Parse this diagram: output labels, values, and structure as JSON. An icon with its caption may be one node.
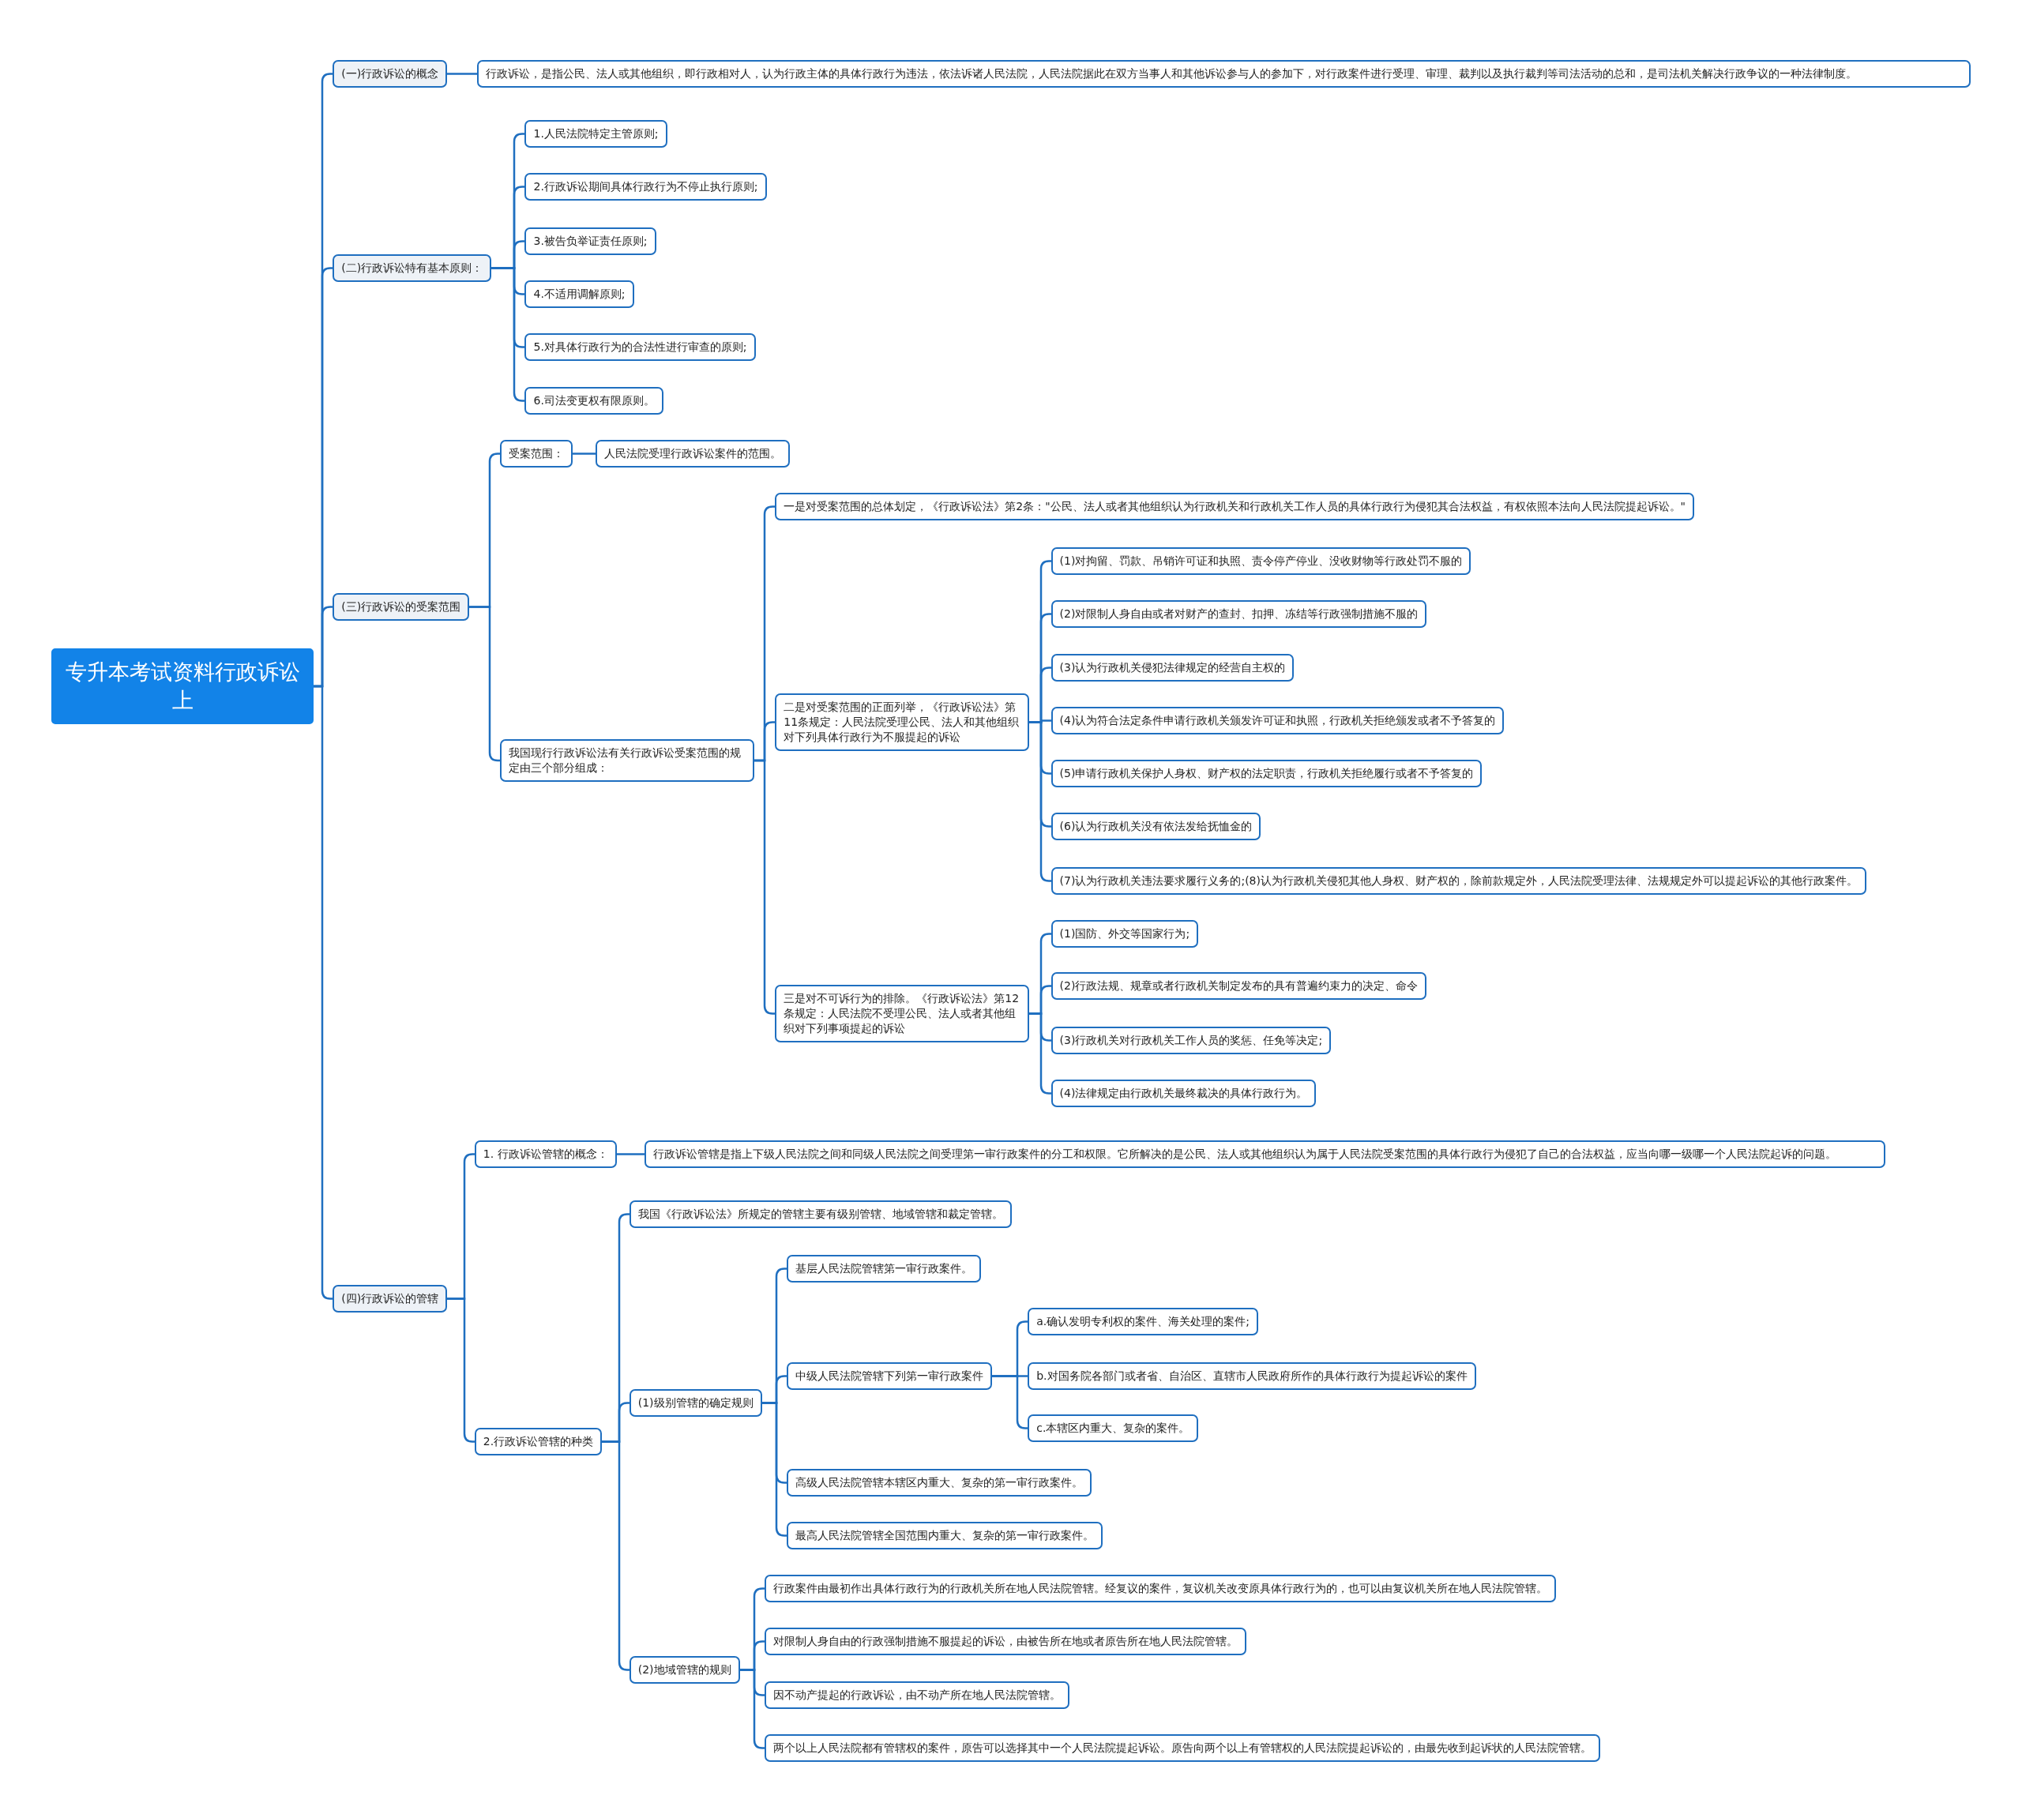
{
  "diagram": {
    "nodes": [
      {
        "text": [
          "专升本考试资料行政诉讼上"
        ]
      },
      {
        "text": [
          "(一)行政诉讼的概念"
        ]
      },
      {
        "text": [
          "行政诉讼，是指公民、法人或其他组织，即行政相对人，认为行政主体的具体行政行为违法，依法诉诸人民法院，人民法院据此在双方当事人和其他诉讼参与人的参加下，对行政案件进行受理、审理、裁判以及执行裁判等司法活动的总和，是司法机关解决行政争议的一种法律制度。"
        ]
      },
      {
        "text": [
          "(二)行政诉讼特有基本原则："
        ]
      },
      {
        "text": [
          "1.人民法院特定主管原则;"
        ]
      },
      {
        "text": [
          "2.行政诉讼期间具体行政行为不停止执行原则;"
        ]
      },
      {
        "text": [
          "3.被告负举证责任原则;"
        ]
      },
      {
        "text": [
          "4.不适用调解原则;"
        ]
      },
      {
        "text": [
          "5.对具体行政行为的合法性进行审查的原则;"
        ]
      },
      {
        "text": [
          "6.司法变更权有限原则。"
        ]
      },
      {
        "text": [
          "(三)行政诉讼的受案范围"
        ]
      },
      {
        "text": [
          "受案范围："
        ]
      },
      {
        "text": [
          "人民法院受理行政诉讼案件的范围。"
        ]
      },
      {
        "text": [
          "我国现行行政诉讼法有关行政诉讼受案范围的规定由三个部分组成："
        ]
      },
      {
        "text": [
          "一是对受案范围的总体划定，《行政诉讼法》第2条：\"公民、法人或者其他组织认为行政机关和行政机关工作人员的具体行政行为侵犯其合法权益，有权依照本法向人民法院提起诉讼。\""
        ]
      },
      {
        "text": [
          "二是对受案范围的正面列举，《行政诉讼法》第11条规定：人民法院受理公民、法人和其他组织对下列具体行政行为不服提起的诉讼"
        ]
      },
      {
        "text": [
          "(1)对拘留、罚款、吊销许可证和执照、责令停产停业、没收财物等行政处罚不服的"
        ]
      },
      {
        "text": [
          "(2)对限制人身自由或者对财产的查封、扣押、冻结等行政强制措施不服的"
        ]
      },
      {
        "text": [
          "(3)认为行政机关侵犯法律规定的经营自主权的"
        ]
      },
      {
        "text": [
          "(4)认为符合法定条件申请行政机关颁发许可证和执照，行政机关拒绝颁发或者不予答复的"
        ]
      },
      {
        "text": [
          "(5)申请行政机关保护人身权、财产权的法定职责，行政机关拒绝履行或者不予答复的"
        ]
      },
      {
        "text": [
          "(6)认为行政机关没有依法发给抚恤金的"
        ]
      },
      {
        "text": [
          "(7)认为行政机关违法要求履行义务的;(8)认为行政机关侵犯其他人身权、财产权的，除前款规定外，人民法院受理法律、法规规定外可以提起诉讼的其他行政案件。"
        ]
      },
      {
        "text": [
          "三是对不可诉行为的排除。《行政诉讼法》第12条规定：人民法院不受理公民、法人或者其他组织对下列事项提起的诉讼"
        ]
      },
      {
        "text": [
          "(1)国防、外交等国家行为;"
        ]
      },
      {
        "text": [
          "(2)行政法规、规章或者行政机关制定发布的具有普遍约束力的决定、命令"
        ]
      },
      {
        "text": [
          "(3)行政机关对行政机关工作人员的奖惩、任免等决定;"
        ]
      },
      {
        "text": [
          "(4)法律规定由行政机关最终裁决的具体行政行为。"
        ]
      },
      {
        "text": [
          "(四)行政诉讼的管辖"
        ]
      },
      {
        "text": [
          "1. 行政诉讼管辖的概念："
        ]
      },
      {
        "text": [
          "行政诉讼管辖是指上下级人民法院之间和同级人民法院之间受理第一审行政案件的分工和权限。它所解决的是公民、法人或其他组织认为属于人民法院受案范围的具体行政行为侵犯了自己的合法权益，应当向哪一级哪一个人民法院起诉的问题。"
        ]
      },
      {
        "text": [
          "2.行政诉讼管辖的种类"
        ]
      },
      {
        "text": [
          "我国《行政诉讼法》所规定的管辖主要有级别管辖、地域管辖和裁定管辖。"
        ]
      },
      {
        "text": [
          "(1)级别管辖的确定规则"
        ]
      },
      {
        "text": [
          "基层人民法院管辖第一审行政案件。"
        ]
      },
      {
        "text": [
          "中级人民法院管辖下列第一审行政案件"
        ]
      },
      {
        "text": [
          "a.确认发明专利权的案件、海关处理的案件;"
        ]
      },
      {
        "text": [
          "b.对国务院各部门或者省、自治区、直辖市人民政府所作的具体行政行为提起诉讼的案件"
        ]
      },
      {
        "text": [
          "c.本辖区内重大、复杂的案件。"
        ]
      },
      {
        "text": [
          "高级人民法院管辖本辖区内重大、复杂的第一审行政案件。"
        ]
      },
      {
        "text": [
          "最高人民法院管辖全国范围内重大、复杂的第一审行政案件。"
        ]
      },
      {
        "text": [
          "(2)地域管辖的规则"
        ]
      },
      {
        "text": [
          "行政案件由最初作出具体行政行为的行政机关所在地人民法院管辖。经复议的案件，复议机关改变原具体行政行为的，也可以由复议机关所在地人民法院管辖。"
        ]
      },
      {
        "text": [
          "对限制人身自由的行政强制措施不服提起的诉讼，由被告所在地或者原告所在地人民法院管辖。"
        ]
      },
      {
        "text": [
          "因不动产提起的行政诉讼，由不动产所在地人民法院管辖。"
        ]
      },
      {
        "text": [
          "两个以上人民法院都有管辖权的案件，原告可以选择其中一个人民法院提起诉讼。原告向两个以上有管辖权的人民法院提起诉讼的，由最先收到起诉状的人民法院管辖。"
        ]
      }
    ],
    "edges": [
      {
        "from": 0,
        "to": 1,
        "arrow": "none"
      },
      {
        "from": 1,
        "to": 2,
        "arrow": "none"
      },
      {
        "from": 0,
        "to": 3,
        "arrow": "none"
      },
      {
        "from": 3,
        "to": 4,
        "arrow": "none"
      },
      {
        "from": 3,
        "to": 5,
        "arrow": "none"
      },
      {
        "from": 3,
        "to": 6,
        "arrow": "none"
      },
      {
        "from": 3,
        "to": 7,
        "arrow": "none"
      },
      {
        "from": 3,
        "to": 8,
        "arrow": "none"
      },
      {
        "from": 3,
        "to": 9,
        "arrow": "none"
      },
      {
        "from": 0,
        "to": 10,
        "arrow": "none"
      },
      {
        "from": 10,
        "to": 11,
        "arrow": "none"
      },
      {
        "from": 11,
        "to": 12,
        "arrow": "none"
      },
      {
        "from": 10,
        "to": 13,
        "arrow": "none"
      },
      {
        "from": 13,
        "to": 14,
        "arrow": "none"
      },
      {
        "from": 13,
        "to": 15,
        "arrow": "none"
      },
      {
        "from": 15,
        "to": 16,
        "arrow": "none"
      },
      {
        "from": 15,
        "to": 17,
        "arrow": "none"
      },
      {
        "from": 15,
        "to": 18,
        "arrow": "none"
      },
      {
        "from": 15,
        "to": 19,
        "arrow": "none"
      },
      {
        "from": 15,
        "to": 20,
        "arrow": "none"
      },
      {
        "from": 15,
        "to": 21,
        "arrow": "none"
      },
      {
        "from": 15,
        "to": 22,
        "arrow": "none"
      },
      {
        "from": 13,
        "to": 23,
        "arrow": "none"
      },
      {
        "from": 23,
        "to": 24,
        "arrow": "none"
      },
      {
        "from": 23,
        "to": 25,
        "arrow": "none"
      },
      {
        "from": 23,
        "to": 26,
        "arrow": "none"
      },
      {
        "from": 23,
        "to": 27,
        "arrow": "none"
      },
      {
        "from": 0,
        "to": 28,
        "arrow": "none"
      },
      {
        "from": 28,
        "to": 29,
        "arrow": "none"
      },
      {
        "from": 29,
        "to": 30,
        "arrow": "none"
      },
      {
        "from": 28,
        "to": 31,
        "arrow": "none"
      },
      {
        "from": 31,
        "to": 32,
        "arrow": "none"
      },
      {
        "from": 31,
        "to": 33,
        "arrow": "none"
      },
      {
        "from": 33,
        "to": 34,
        "arrow": "none"
      },
      {
        "from": 33,
        "to": 35,
        "arrow": "none"
      },
      {
        "from": 35,
        "to": 36,
        "arrow": "none"
      },
      {
        "from": 35,
        "to": 37,
        "arrow": "none"
      },
      {
        "from": 35,
        "to": 38,
        "arrow": "none"
      },
      {
        "from": 33,
        "to": 39,
        "arrow": "none"
      },
      {
        "from": 33,
        "to": 40,
        "arrow": "none"
      },
      {
        "from": 31,
        "to": 41,
        "arrow": "none"
      },
      {
        "from": 41,
        "to": 42,
        "arrow": "none"
      },
      {
        "from": 41,
        "to": 43,
        "arrow": "none"
      },
      {
        "from": 41,
        "to": 44,
        "arrow": "none"
      },
      {
        "from": 41,
        "to": 45,
        "arrow": "none"
      }
    ]
  }
}
